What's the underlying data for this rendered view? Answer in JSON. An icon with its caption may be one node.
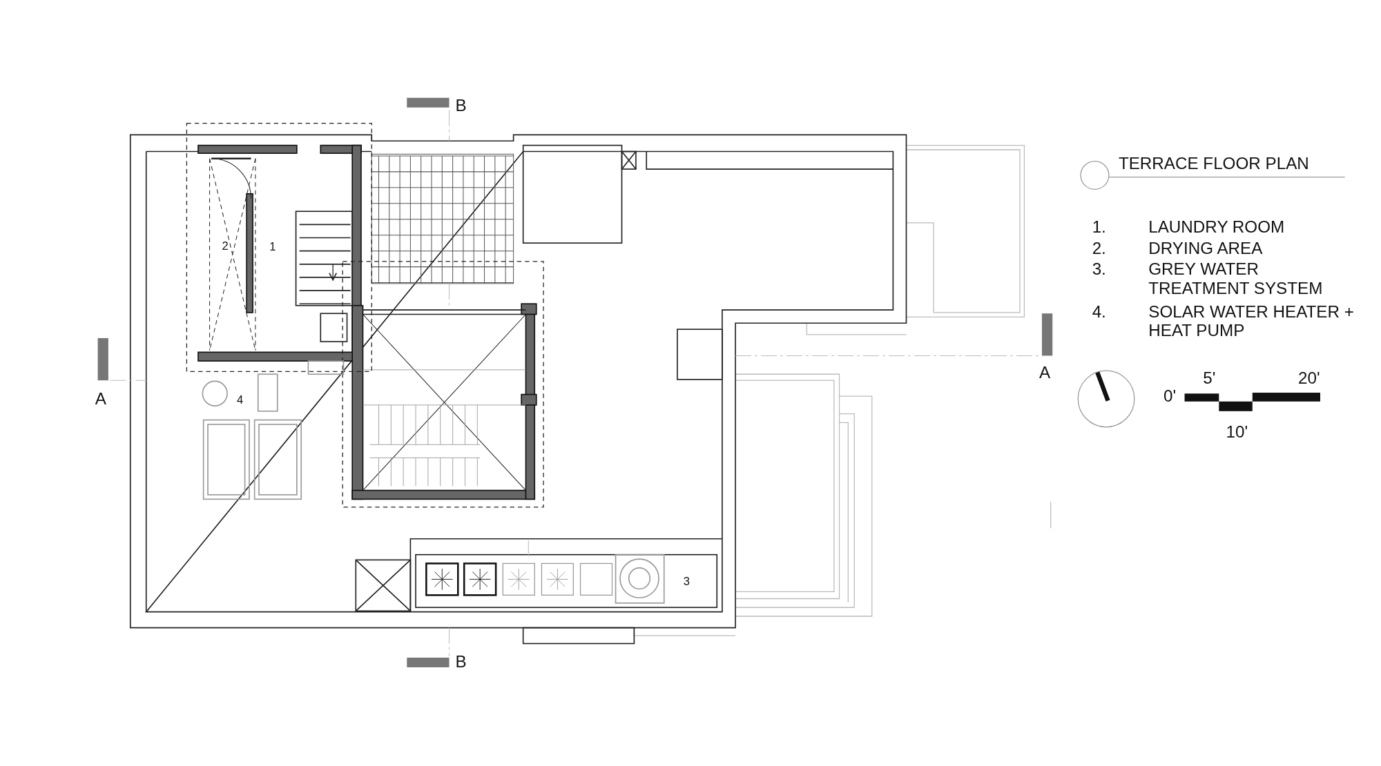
{
  "diagram": {
    "title": "TERRACE FLOOR PLAN",
    "labels": [
      "B",
      "2",
      "1",
      "1.",
      "LAUNDRY ROOM",
      "2.",
      "DRYING AREA",
      "3.",
      "GREY WATER TREATMENT SYSTEM",
      "4.",
      "SOLAR WATER HEATER + HEAT PUMP",
      "A",
      "A",
      "5'",
      "20'",
      "4",
      "0'",
      "10'",
      "3",
      "B"
    ]
  }
}
